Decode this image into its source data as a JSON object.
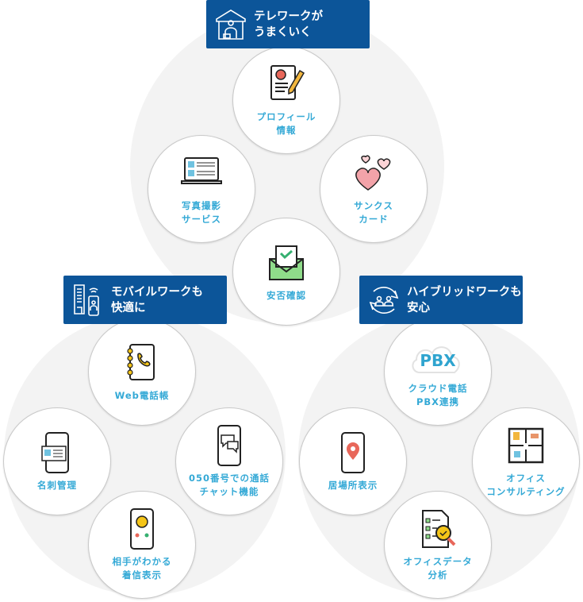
{
  "groups": [
    {
      "title": "テレワークが\nうまくいく",
      "items": [
        {
          "label": "プロフィール\n情報",
          "icon": "profile-document-icon"
        },
        {
          "label": "写真撮影\nサービス",
          "icon": "laptop-icon"
        },
        {
          "label": "サンクス\nカード",
          "icon": "hearts-icon"
        },
        {
          "label": "安否確認",
          "icon": "envelope-check-icon"
        }
      ]
    },
    {
      "title": "モバイルワークも\n快適に",
      "items": [
        {
          "label": "Web電話帳",
          "icon": "phonebook-icon"
        },
        {
          "label": "名刺管理",
          "icon": "business-card-phone-icon"
        },
        {
          "label": "050番号での通話\nチャット機能",
          "icon": "chat-phone-icon"
        },
        {
          "label": "相手がわかる\n着信表示",
          "icon": "caller-id-phone-icon"
        }
      ]
    },
    {
      "title": "ハイブリッドワークも\n安心",
      "items": [
        {
          "label": "クラウド電話\nPBX連携",
          "icon": "cloud-pbx-icon",
          "icon_text": "PBX"
        },
        {
          "label": "居場所表示",
          "icon": "location-phone-icon"
        },
        {
          "label": "オフィス\nコンサルティング",
          "icon": "floor-plan-icon"
        },
        {
          "label": "オフィスデータ\n分析",
          "icon": "data-analysis-icon"
        }
      ]
    }
  ],
  "colors": {
    "banner": "#0c5599",
    "label": "#34a9d6",
    "bg": "#f3f3f3"
  }
}
